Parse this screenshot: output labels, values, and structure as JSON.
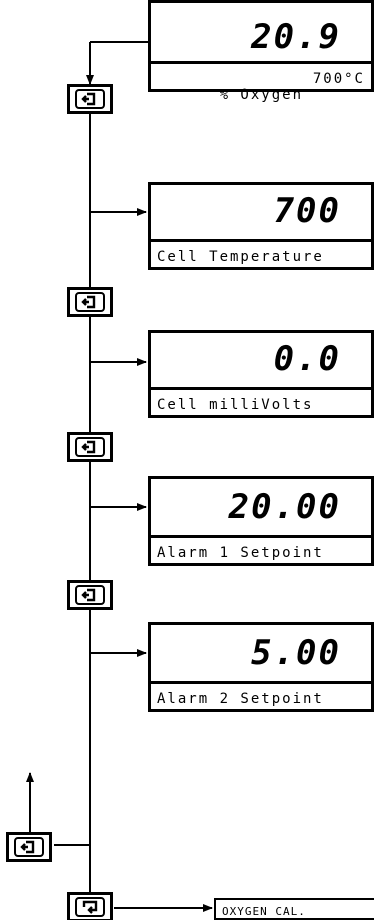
{
  "panels": [
    {
      "value": "20.9",
      "label": "% Oxygen",
      "label_right": "700°C"
    },
    {
      "value": "700",
      "label": "Cell Temperature",
      "label_right": ""
    },
    {
      "value": "0.0",
      "label": "Cell milliVolts",
      "label_right": ""
    },
    {
      "value": "20.00",
      "label": "Alarm 1 Setpoint",
      "label_right": ""
    },
    {
      "value": "5.00",
      "label": "Alarm 2 Setpoint",
      "label_right": ""
    }
  ],
  "next_menu_label": "OXYGEN CAL."
}
